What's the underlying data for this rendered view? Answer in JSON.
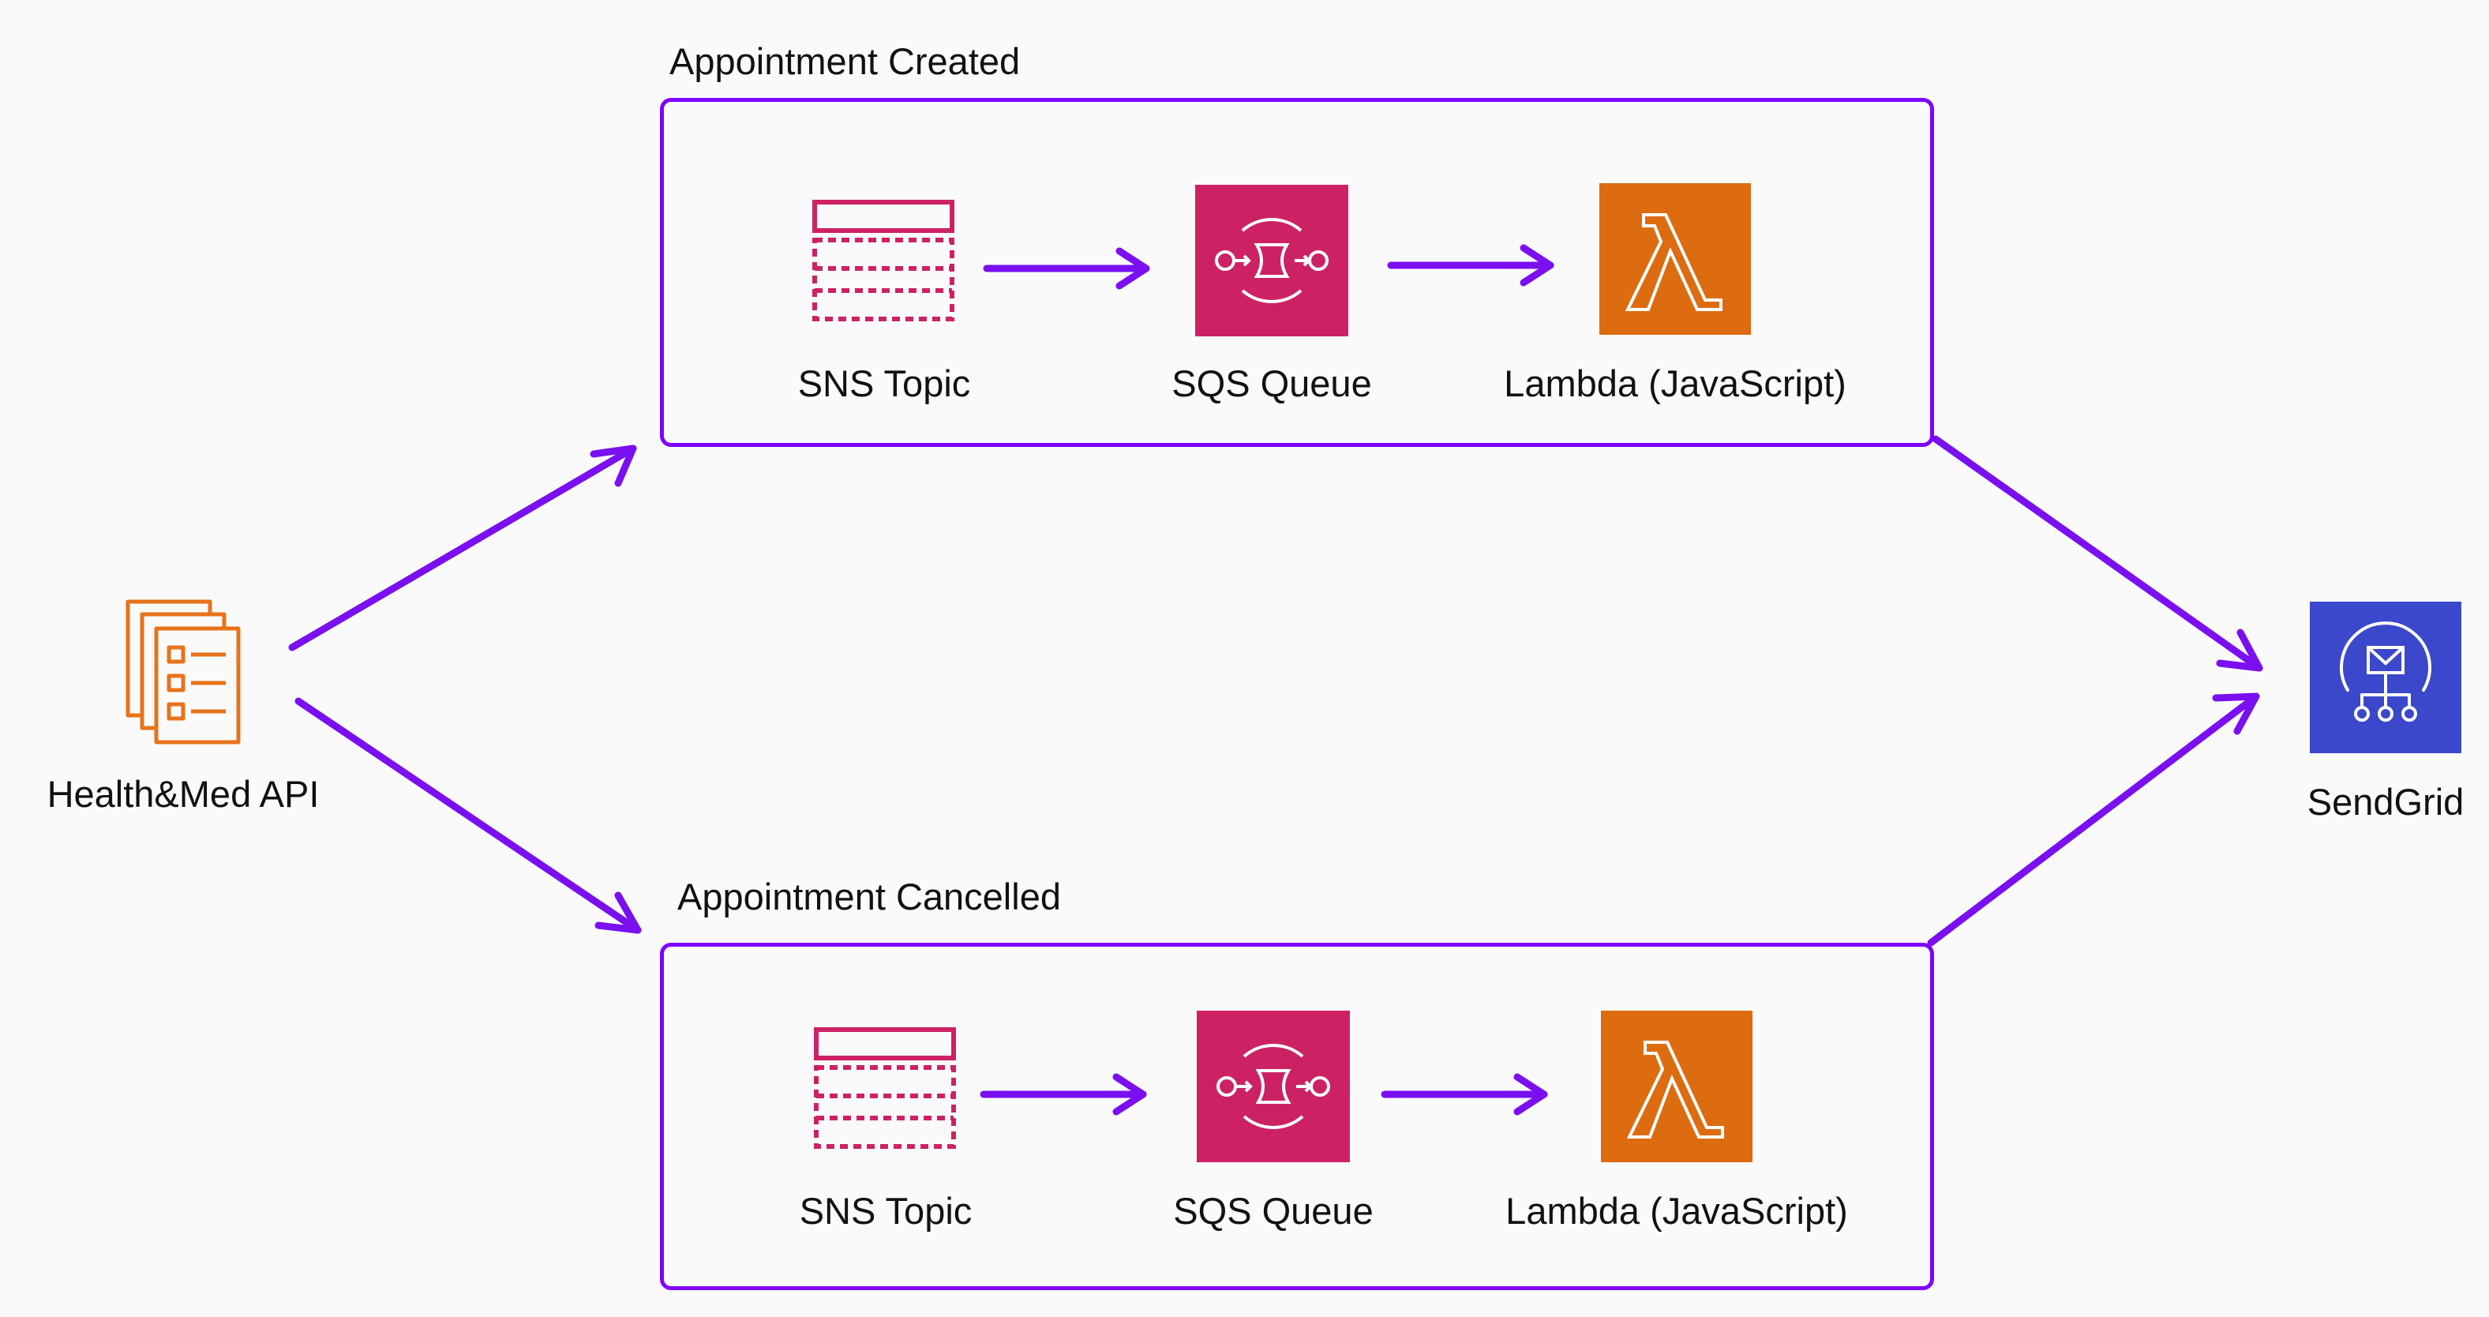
{
  "colors": {
    "arrow": "#7a0ff0",
    "group_border": "#8000ff",
    "sns": "#cc2264",
    "sqs": "#cc2264",
    "lambda": "#dd6b10",
    "api": "#e8731a",
    "sendgrid": "#3b48cc",
    "background": "#fafafa"
  },
  "source": {
    "label": "Health&Med API",
    "icon": "api-documents-icon"
  },
  "target": {
    "label": "SendGrid",
    "icon": "sendgrid-icon"
  },
  "groups": [
    {
      "title": "Appointment Created",
      "nodes": [
        {
          "label": "SNS Topic",
          "icon": "sns-topic-icon"
        },
        {
          "label": "SQS Queue",
          "icon": "sqs-queue-icon"
        },
        {
          "label": "Lambda (JavaScript)",
          "icon": "lambda-icon"
        }
      ]
    },
    {
      "title": "Appointment Cancelled",
      "nodes": [
        {
          "label": "SNS Topic",
          "icon": "sns-topic-icon"
        },
        {
          "label": "SQS Queue",
          "icon": "sqs-queue-icon"
        },
        {
          "label": "Lambda (JavaScript)",
          "icon": "lambda-icon"
        }
      ]
    }
  ]
}
